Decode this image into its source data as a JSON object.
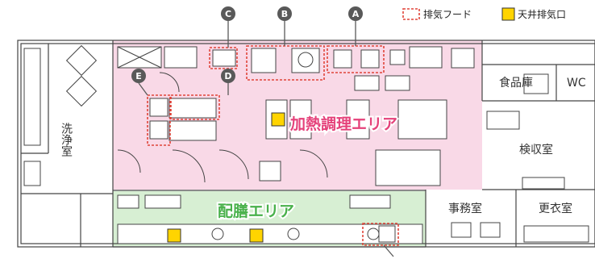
{
  "legend": {
    "exhaust_hood": "排気フード",
    "ceiling_exhaust": "天井排気口"
  },
  "rooms": {
    "washing_room": "洗浄室",
    "food_storage": "食品庫",
    "wc": "WC",
    "inspection_room": "検収室",
    "office": "事務室",
    "changing_room": "更衣室"
  },
  "zones": {
    "cooking_area": "加熱調理エリア",
    "serving_area": "配膳エリア"
  },
  "markers": [
    "A",
    "B",
    "C",
    "D",
    "E"
  ],
  "colors": {
    "cooking_area_fill": "#f9d9e7",
    "serving_area_fill": "#d7efd3",
    "cooking_label": "#e5417a",
    "serving_label": "#49b14b",
    "hood_red": "#e0453a",
    "ceiling_exhaust_yellow": "#ffd400",
    "marker_gray": "#595959"
  }
}
